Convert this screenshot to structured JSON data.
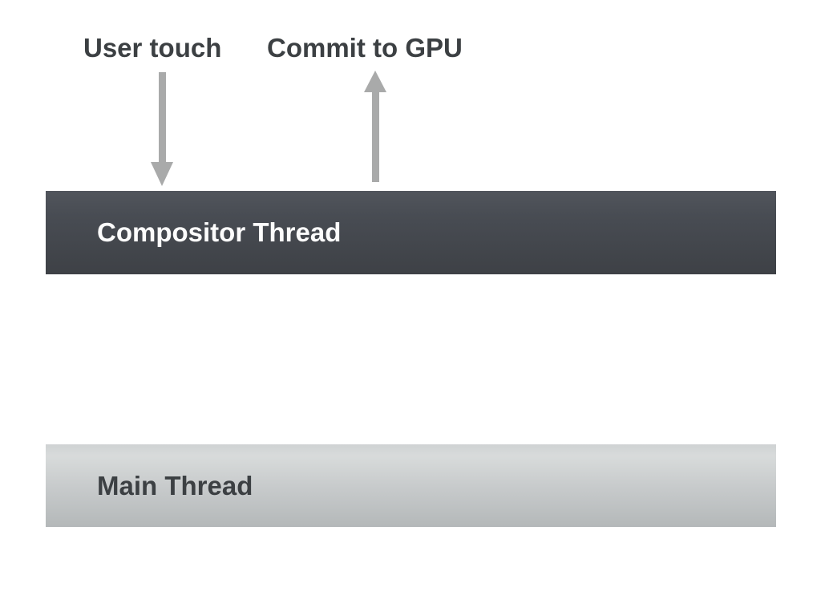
{
  "diagram": {
    "background_color": "#ffffff",
    "annotations": [
      {
        "label": "User touch",
        "arrow_direction": "down",
        "arrow_icon": "arrow-down-icon"
      },
      {
        "label": "Commit to GPU",
        "arrow_direction": "up",
        "arrow_icon": "arrow-up-icon"
      }
    ],
    "lanes": [
      {
        "label": "Compositor Thread",
        "bar_color_top": "#51555c",
        "bar_color_bottom": "#3e4146",
        "text_color": "#fcfcfc"
      },
      {
        "label": "Main Thread",
        "bar_color_top": "#d8dbdb",
        "bar_color_bottom": "#b4b8b9",
        "text_color": "#3c4043"
      }
    ],
    "colors": {
      "arrow": "#a9aaaa",
      "annotation_text": "#3c4043"
    }
  }
}
